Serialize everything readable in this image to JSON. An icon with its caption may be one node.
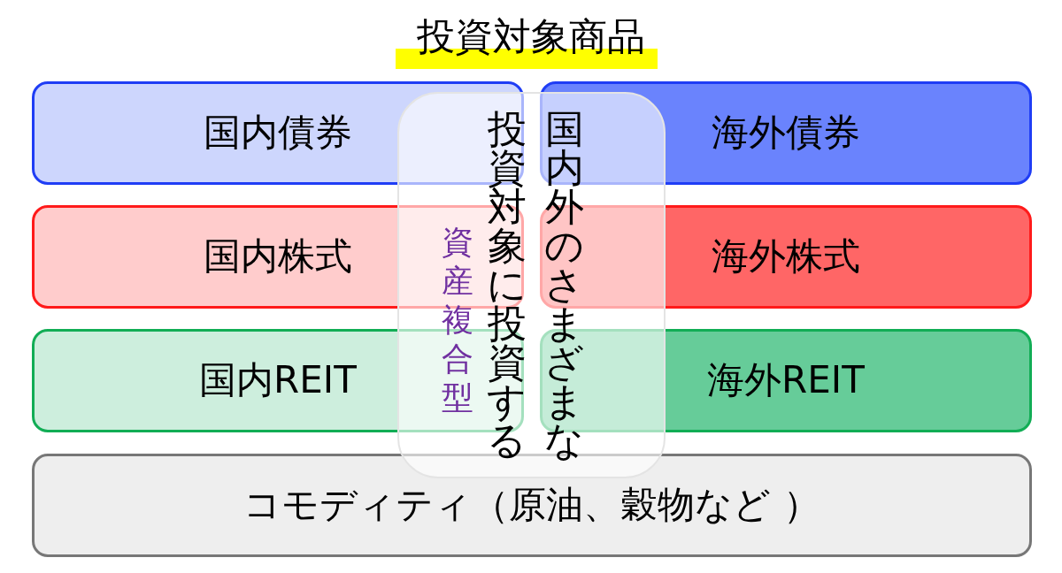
{
  "diagram": {
    "title": "投資対象商品",
    "nodes": [
      {
        "text": [
          "国内債券"
        ]
      },
      {
        "text": [
          "海外債券"
        ]
      },
      {
        "text": [
          "国内株式"
        ]
      },
      {
        "text": [
          "海外株式"
        ]
      },
      {
        "text": [
          "国内REIT"
        ]
      },
      {
        "text": [
          "海外REIT"
        ]
      },
      {
        "text": [
          "コモディティ（原油、穀物など ）"
        ]
      },
      {
        "text": [
          "資産複合型",
          "国内外のさまざまな投資対象に投資する"
        ]
      }
    ]
  }
}
